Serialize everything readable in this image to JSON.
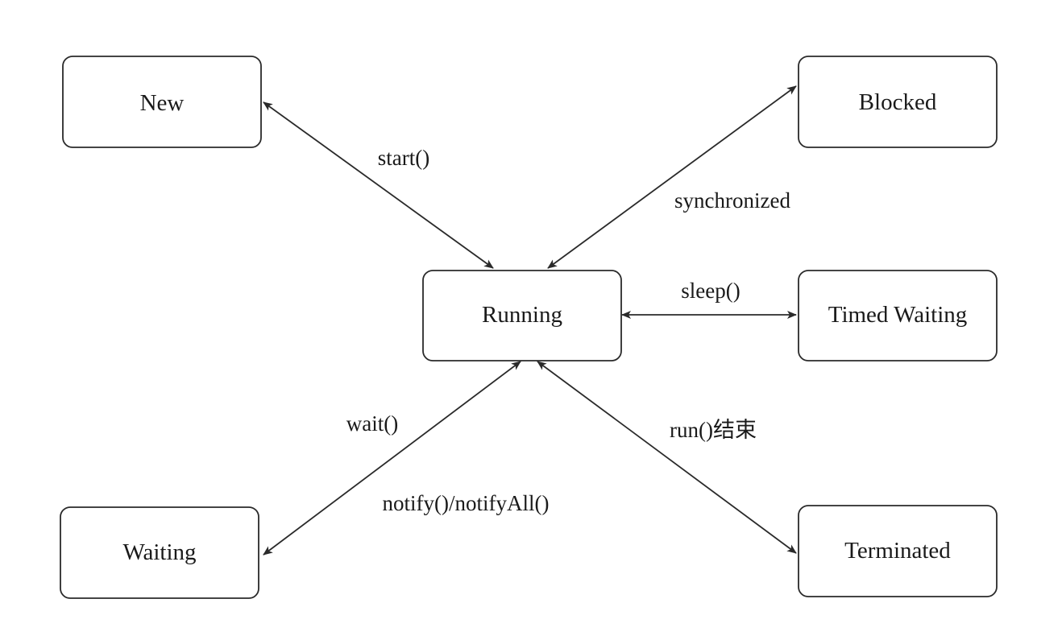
{
  "states": {
    "new": "New",
    "blocked": "Blocked",
    "running": "Running",
    "timed_waiting": "Timed Waiting",
    "waiting": "Waiting",
    "terminated": "Terminated"
  },
  "transitions": {
    "start": "start()",
    "synchronized": "synchronized",
    "sleep": "sleep()",
    "wait": "wait()",
    "notify": "notify()/notifyAll()",
    "run_end": "run()结束"
  }
}
